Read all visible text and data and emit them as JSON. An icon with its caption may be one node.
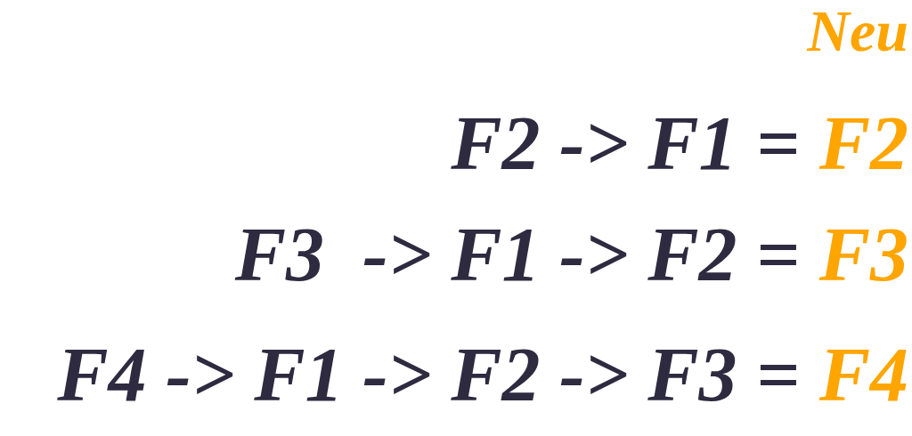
{
  "diagram": {
    "labels": [
      "Neu",
      "F2 -> F1 =",
      "F2",
      "F3  -> F1 -> F2 =",
      "F3",
      "F4 -> F1 -> F2 -> F3 =",
      "F4"
    ]
  }
}
